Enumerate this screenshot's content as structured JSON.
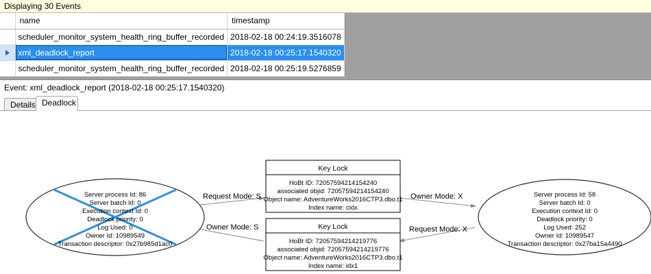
{
  "status_banner": {
    "text": "Displaying 30 Events"
  },
  "events_grid": {
    "columns": [
      "",
      "name",
      "timestamp"
    ],
    "row_selector_icon": "row-arrow-icon",
    "rows": [
      {
        "selected": false,
        "name": "scheduler_monitor_system_health_ring_buffer_recorded",
        "timestamp": "2018-02-18 00:24:19.3516078"
      },
      {
        "selected": true,
        "name": "xml_deadlock_report",
        "timestamp": "2018-02-18 00:25:17.1540320"
      },
      {
        "selected": false,
        "name": "scheduler_monitor_system_health_ring_buffer_recorded",
        "timestamp": "2018-02-18 00:25:19.5276859"
      }
    ]
  },
  "event_header": {
    "text": "Event: xml_deadlock_report (2018-02-18 00:25:17.1540320)"
  },
  "tabs": [
    {
      "label": "Details",
      "active": false
    },
    {
      "label": "Deadlock",
      "active": true
    }
  ],
  "deadlock_graph": {
    "victim_marker_color": "#2f8fe0",
    "processes": [
      {
        "id": "left-process",
        "is_victim": true,
        "lines": [
          "Server process Id: 86",
          "Server batch Id: 0",
          "Execution context Id: 0",
          "Deadlock priority: 0",
          "Log Used: 0",
          "Owner Id: 10989549",
          "Transaction descriptor: 0x27b985d1ac0"
        ]
      },
      {
        "id": "right-process",
        "is_victim": false,
        "lines": [
          "Server process Id: 58",
          "Server batch Id: 0",
          "Execution context Id: 0",
          "Deadlock priority: 0",
          "Log Used: 252",
          "Owner Id: 10989547",
          "Transaction descriptor: 0x27ba15a4490"
        ]
      }
    ],
    "resources": [
      {
        "id": "top-key-lock",
        "title": "Key Lock",
        "lines": [
          "HoBt ID: 72057594214154240",
          "associated objid: 72057594214154240",
          "Object name: AdventureWorks2016CTP3.dbo.t1",
          "Index name: cidx"
        ]
      },
      {
        "id": "bottom-key-lock",
        "title": "Key Lock",
        "lines": [
          "HoBt ID: 72057594214219776",
          "associated objid: 72057594214219776",
          "Object name: AdventureWorks2016CTP3.dbo.t1",
          "Index name: idx1"
        ]
      }
    ],
    "edges": [
      {
        "id": "edge-left-request",
        "label": "Request Mode: S"
      },
      {
        "id": "edge-right-owner",
        "label": "Owner Mode: X"
      },
      {
        "id": "edge-left-owner",
        "label": "Owner Mode: S"
      },
      {
        "id": "edge-right-request",
        "label": "Request Mode: X"
      }
    ]
  }
}
